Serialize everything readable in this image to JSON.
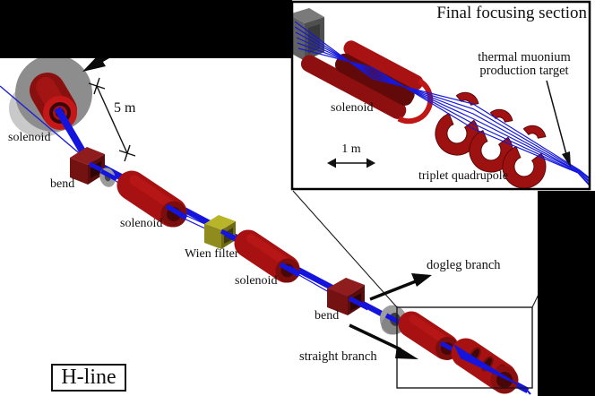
{
  "main": {
    "beamline_label": "H-line",
    "scale_label": "5 m",
    "labels": {
      "source_solenoid": "solenoid",
      "bend1": "bend",
      "solenoid2": "solenoid",
      "wien_filter": "Wien filter",
      "solenoid3": "solenoid",
      "bend2": "bend",
      "dogleg_branch": "dogleg branch",
      "straight_branch": "straight branch"
    }
  },
  "inset": {
    "title": "Final focusing section",
    "scale_label": "1 m",
    "labels": {
      "solenoid": "solenoid",
      "target_line1": "thermal muonium",
      "target_line2": "production target",
      "triplet_quadrupole": "triplet quadrupole"
    }
  },
  "colors": {
    "magnet_red": "#a81111",
    "magnet_dark_red": "#7c0d0d",
    "bend_maroon": "#741111",
    "beam_blue": "#1414dd",
    "wien_yellow": "#b9b52a",
    "component_gray": "#9e9e9e",
    "background_black": "#000000"
  }
}
